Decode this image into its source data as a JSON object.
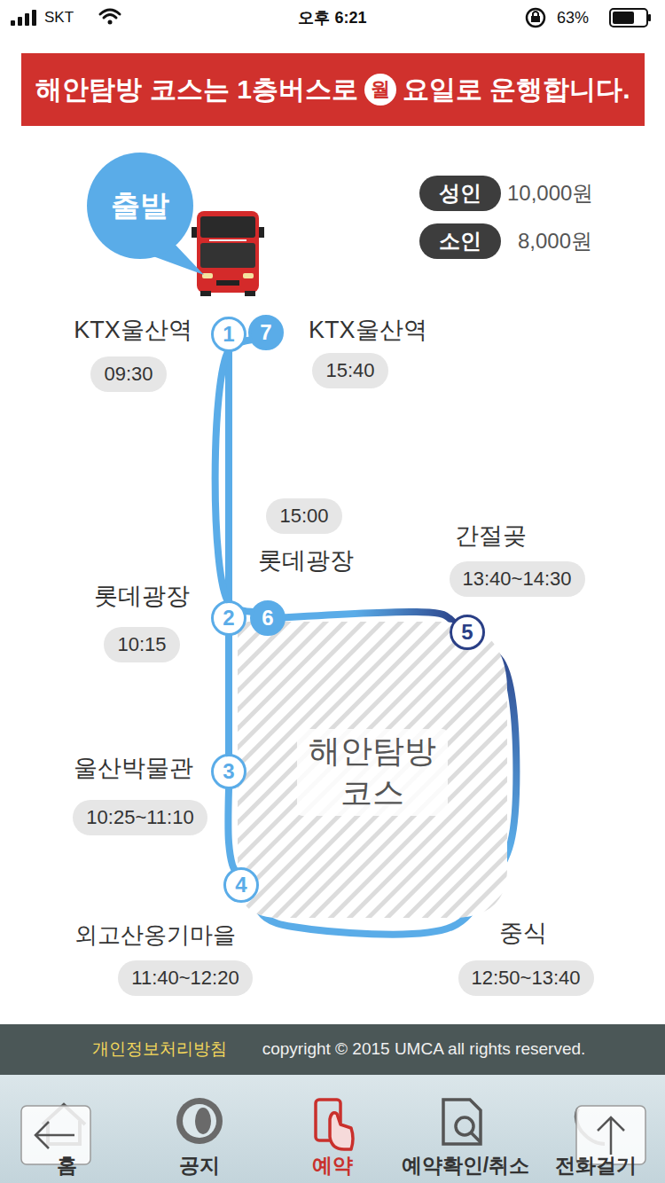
{
  "diagram": {
    "nodes": [
      {
        "text": [
          "해안탐방 코스는 1층버스로",
          "요일로 운행합니다."
        ]
      },
      {
        "text": [
          "월"
        ],
        "in": 0
      },
      {
        "text": [
          "출발"
        ]
      },
      {
        "text": [
          "성인"
        ]
      },
      {
        "text": [
          "소인"
        ]
      },
      {
        "text": [
          "1"
        ]
      },
      {
        "text": [
          "7"
        ]
      },
      {
        "text": [
          "09:30"
        ]
      },
      {
        "text": [
          "15:40"
        ]
      },
      {
        "text": [
          "15:00"
        ]
      },
      {
        "text": [
          "13:40~14:30"
        ]
      },
      {
        "text": [
          "2"
        ]
      },
      {
        "text": [
          "6"
        ]
      },
      {
        "text": [
          "5"
        ]
      },
      {
        "text": [
          "10:15"
        ]
      },
      {
        "text": [
          "해안탐방 코스"
        ]
      },
      {
        "text": [
          "3"
        ]
      },
      {
        "text": [
          "10:25~11:10"
        ]
      },
      {
        "text": [
          "4"
        ]
      },
      {
        "text": [
          "11:40~12:20"
        ]
      },
      {
        "text": [
          "12:50~13:40"
        ]
      }
    ],
    "edges": [
      {
        "from": 5,
        "to": 11,
        "arrow": "none"
      },
      {
        "from": 11,
        "to": 16,
        "arrow": "none"
      },
      {
        "from": 16,
        "to": 18,
        "arrow": "none"
      },
      {
        "from": 18,
        "to": 13,
        "arrow": "none"
      },
      {
        "from": 13,
        "to": 12,
        "arrow": "none"
      },
      {
        "from": 12,
        "to": 6,
        "arrow": "none"
      }
    ],
    "labels": [
      "SKT",
      "오후 6:21",
      "63%",
      "10,000원",
      "8,000원",
      "KTX울산역",
      "KTX울산역",
      "롯데광장",
      "간절곶",
      "롯데광장",
      "울산박물관",
      "외고산옹기마을",
      "중식",
      "개인정보처리방침",
      "copyright © 2015 UMCA all rights reserved.",
      "홈",
      "공지",
      "예약",
      "예약확인/취소",
      "전화걸기"
    ]
  }
}
